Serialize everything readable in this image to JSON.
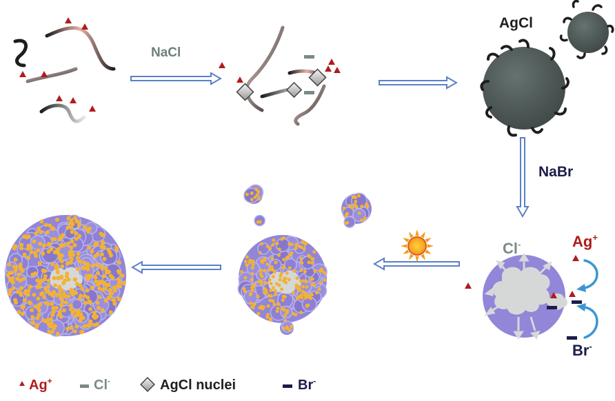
{
  "labels": {
    "nacl": "NaCl",
    "agcl": "AgCl",
    "nabr": "NaBr",
    "cl_top": "Cl",
    "cl_top_sup": "-",
    "ag_right": "Ag",
    "ag_right_sup": "+",
    "br_right": "Br",
    "br_right_sup": "-"
  },
  "legend": {
    "ag": {
      "text": "Ag",
      "sup": "+"
    },
    "cl": {
      "text": "Cl",
      "sup": "-"
    },
    "nuclei": {
      "text": "AgCl nuclei"
    },
    "br": {
      "text": "Br",
      "sup": "-"
    }
  },
  "colors": {
    "ag_red": "#b01c1c",
    "cl_gray": "#7a8a88",
    "br_navy": "#1c1c4a",
    "agcl_gray": "#4f5b5a",
    "agbr_purple": "#9286d8",
    "ag_dot": "#f2b233",
    "core_gray": "#d6d8d8",
    "arrow_blue": "#5a7fc6",
    "curve_blue": "#3c96d2"
  }
}
